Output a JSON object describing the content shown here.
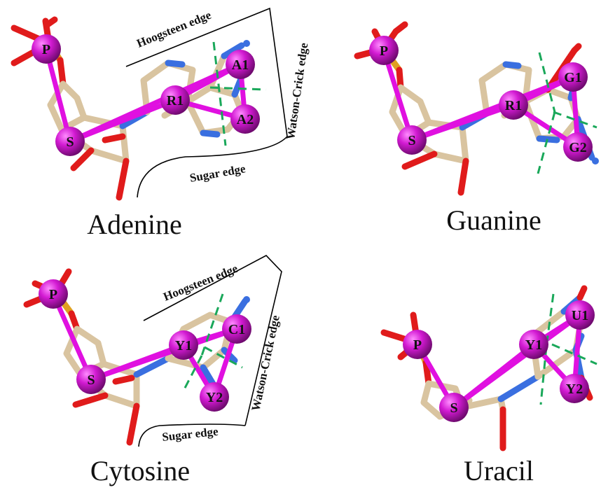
{
  "colors": {
    "bead": "#c914c9",
    "bond": "#e010e0",
    "sugar_stick": "#d9c4a0",
    "nitrogen": "#3a6fe0",
    "oxygen": "#e01b1b",
    "phosphorus_stick": "#e0a020",
    "divider": "#1aa85a"
  },
  "panels": {
    "adenine": {
      "title": "Adenine",
      "beads": {
        "p": "P",
        "s": "S",
        "r1": "R1",
        "a1": "A1",
        "a2": "A2"
      },
      "edges": {
        "hoogsteen": "Hoogsteen edge",
        "watson_crick": "Watson-Crick edge",
        "sugar": "Sugar edge"
      }
    },
    "guanine": {
      "title": "Guanine",
      "beads": {
        "p": "P",
        "s": "S",
        "r1": "R1",
        "g1": "G1",
        "g2": "G2"
      }
    },
    "cytosine": {
      "title": "Cytosine",
      "beads": {
        "p": "P",
        "s": "S",
        "y1": "Y1",
        "c1": "C1",
        "y2": "Y2"
      },
      "edges": {
        "hoogsteen": "Hoogsteen edge",
        "watson_crick": "Watson-Crick edge",
        "sugar": "Sugar edge"
      }
    },
    "uracil": {
      "title": "Uracil",
      "beads": {
        "p": "P",
        "s": "S",
        "y1": "Y1",
        "u1": "U1",
        "y2": "Y2"
      }
    }
  }
}
